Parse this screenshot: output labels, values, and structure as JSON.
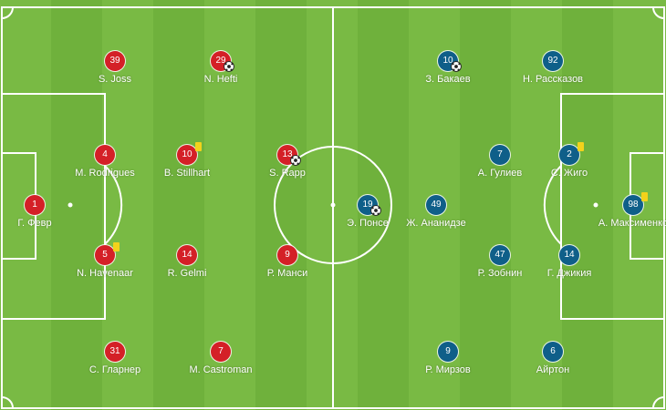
{
  "teams": {
    "home": {
      "color": "#d42027"
    },
    "away": {
      "color": "#0f5f89"
    }
  },
  "players": [
    {
      "team": "home",
      "number": "1",
      "name": "Г. Февр"
    },
    {
      "team": "home",
      "number": "4",
      "name": "M. Rodrigues"
    },
    {
      "team": "home",
      "number": "5",
      "name": "N. Havenaar",
      "card": "yellow"
    },
    {
      "team": "home",
      "number": "39",
      "name": "S. Joss"
    },
    {
      "team": "home",
      "number": "29",
      "name": "N. Hefti",
      "goal": true
    },
    {
      "team": "home",
      "number": "10",
      "name": "B. Stillhart",
      "card": "yellow"
    },
    {
      "team": "home",
      "number": "14",
      "name": "R. Gelmi"
    },
    {
      "team": "home",
      "number": "31",
      "name": "С. Гларнер"
    },
    {
      "team": "home",
      "number": "7",
      "name": "M. Castroman"
    },
    {
      "team": "home",
      "number": "13",
      "name": "S. Rapp",
      "goal": true
    },
    {
      "team": "home",
      "number": "9",
      "name": "Р. Манси"
    },
    {
      "team": "away",
      "number": "98",
      "name": "А. Максименко",
      "card": "yellow"
    },
    {
      "team": "away",
      "number": "2",
      "name": "С. Жиго",
      "card": "yellow"
    },
    {
      "team": "away",
      "number": "14",
      "name": "Г. Джикия"
    },
    {
      "team": "away",
      "number": "92",
      "name": "Н. Рассказов"
    },
    {
      "team": "away",
      "number": "7",
      "name": "А. Гулиев"
    },
    {
      "team": "away",
      "number": "47",
      "name": "Р. Зобнин"
    },
    {
      "team": "away",
      "number": "6",
      "name": "Айртон"
    },
    {
      "team": "away",
      "number": "10",
      "name": "З. Бакаев",
      "goal": true
    },
    {
      "team": "away",
      "number": "49",
      "name": "Ж. Ананидзе"
    },
    {
      "team": "away",
      "number": "9",
      "name": "Р. Мирзов"
    },
    {
      "team": "away",
      "number": "19",
      "name": "Э. Понсе",
      "goal": true
    }
  ]
}
